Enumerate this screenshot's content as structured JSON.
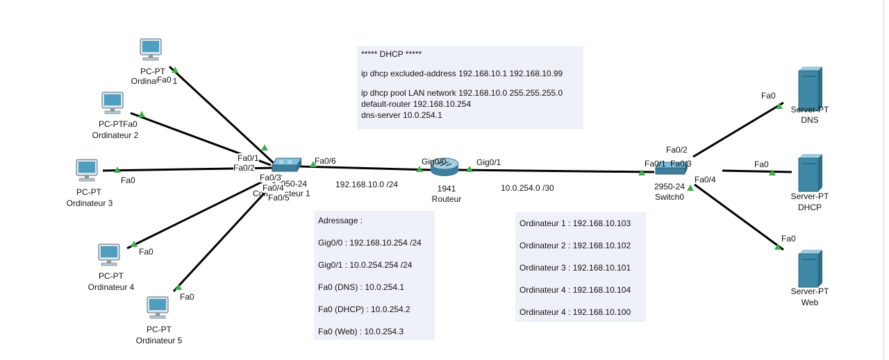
{
  "devices": {
    "pc1": {
      "model": "PC-PT",
      "name": "Ordinateur 1",
      "port": "Fa0"
    },
    "pc2": {
      "model": "PC-PT",
      "name": "Ordinateur 2",
      "port": "Fa0"
    },
    "pc3": {
      "model": "PC-PT",
      "name": "Ordinateur 3",
      "port": "Fa0"
    },
    "pc4": {
      "model": "PC-PT",
      "name": "Ordinateur 4",
      "port": "Fa0"
    },
    "pc5": {
      "model": "PC-PT",
      "name": "Ordinateur 5",
      "port": "Fa0"
    },
    "switch1": {
      "model": "2950-24",
      "name": "Commutateur 1",
      "ports": {
        "p1": "Fa0/1",
        "p2": "Fa0/2",
        "p3": "Fa0/3",
        "p4": "Fa0/4",
        "p5": "Fa0/5",
        "p6": "Fa0/6"
      }
    },
    "router": {
      "model": "1941",
      "name": "Routeur",
      "port_left": "Gig0/0",
      "port_right": "Gig0/1"
    },
    "switch0": {
      "model": "2950-24",
      "name": "Switch0",
      "ports": {
        "p1": "Fa0/1",
        "p2": "Fa0/2",
        "p3": "Fa0/3",
        "p4": "Fa0/4"
      }
    },
    "dns": {
      "model": "Server-PT",
      "name": "DNS",
      "port": "Fa0"
    },
    "dhcp": {
      "model": "Server-PT",
      "name": "DHCP",
      "port": "Fa0"
    },
    "web": {
      "model": "Server-PT",
      "name": "Web",
      "port": "Fa0"
    }
  },
  "networks": {
    "lan": "192.168.10.0 /24",
    "wan": "10.0.254.0 /30"
  },
  "notes": {
    "dhcp": {
      "lines": [
        "***** DHCP *****",
        "",
        "ip dhcp excluded-address 192.168.10.1 192.168.10.99",
        "",
        "ip dhcp pool LAN network 192.168.10.0 255.255.255.0",
        "default-router 192.168.10.254",
        "dns-server 10.0.254.1"
      ]
    },
    "addressing": {
      "lines": [
        "Adressage :",
        "Gig0/0 : 192.168.10.254 /24",
        "Gig0/1 : 10.0.254.254 /24",
        "Fa0 (DNS) : 10.0.254.1",
        "Fa0 (DHCP) : 10.0.254.2",
        "Fa0 (Web) : 10.0.254.3"
      ]
    },
    "pcs": {
      "lines": [
        "Ordinateur 1 : 192.168.10.103",
        "Ordinateur 2 : 192.168.10.102",
        "Ordinateur 3 : 192.168.10.101",
        "Ordinateur 4 : 192.168.10.104",
        "Ordinateur 4 : 192.168.10.100"
      ]
    }
  },
  "colors": {
    "link": "#000000",
    "port_up": "#3cb043",
    "note_bg": "#eef1f8",
    "server": "#3e8aa6",
    "pc": "#4f9ec0"
  }
}
